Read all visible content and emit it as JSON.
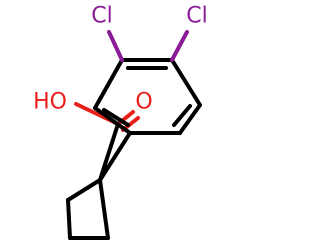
{
  "atoms": {
    "cl_left": {
      "label": "Cl",
      "color": "#8b1b96"
    },
    "cl_right": {
      "label": "Cl",
      "color": "#8b1b96"
    },
    "oh": {
      "label": "HO",
      "color": "#e8201c"
    },
    "o": {
      "label": "O",
      "color": "#e8201c"
    }
  },
  "colors": {
    "bond": "#000000",
    "oxygen": "#e8201c",
    "chlorine": "#8b1b96",
    "background": "#ffffff"
  }
}
